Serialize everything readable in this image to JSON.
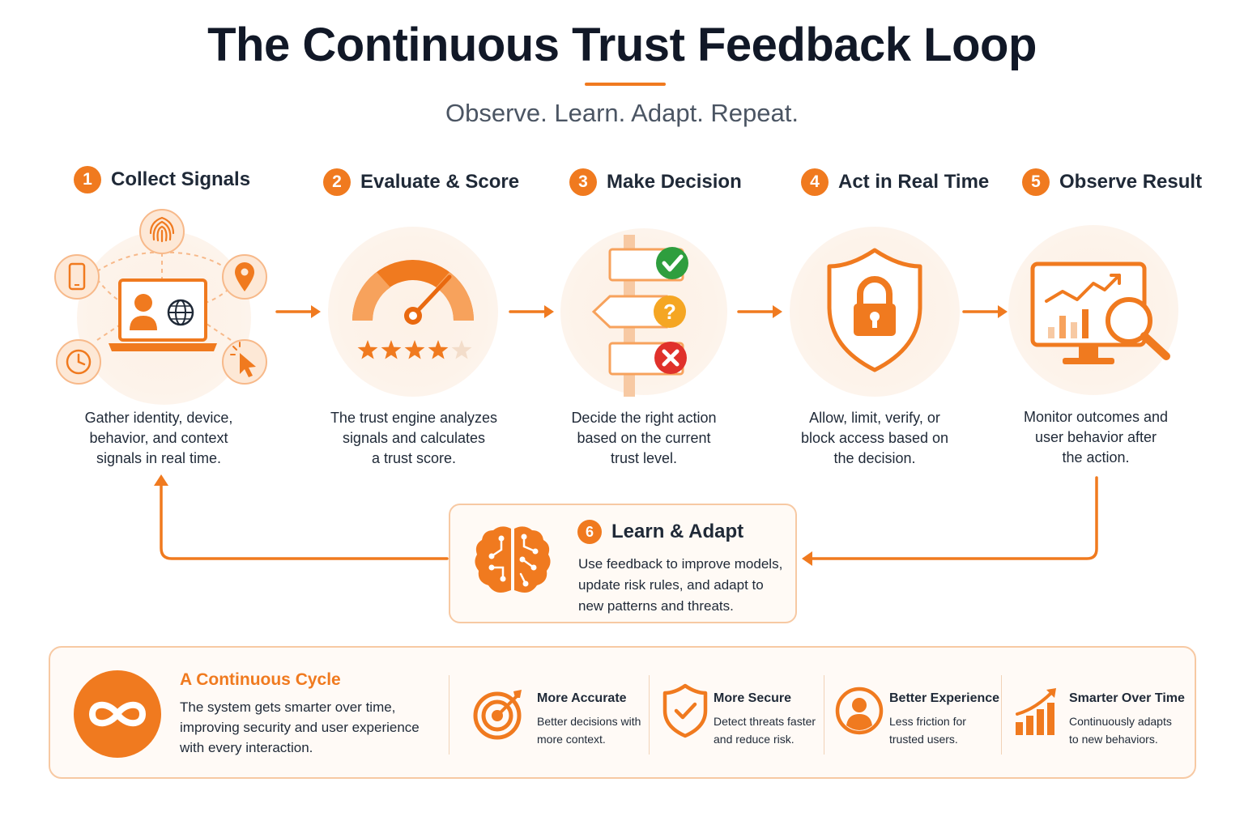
{
  "header": {
    "title": "The Continuous Trust Feedback Loop",
    "subtitle": "Observe. Learn. Adapt. Repeat."
  },
  "steps": [
    {
      "number": "1",
      "title": "Collect Signals",
      "icon": "laptop-signals-icon",
      "lines": [
        "Gather identity, device,",
        "behavior, and context",
        "signals in real time."
      ]
    },
    {
      "number": "2",
      "title": "Evaluate & Score",
      "icon": "gauge-icon",
      "lines": [
        "The trust engine analyzes",
        "signals and calculates",
        "a trust score."
      ],
      "stars_filled": 4,
      "stars_total": 5
    },
    {
      "number": "3",
      "title": "Make Decision",
      "icon": "signpost-icon",
      "lines": [
        "Decide the right action",
        "based on the current",
        "trust level."
      ]
    },
    {
      "number": "4",
      "title": "Act in Real Time",
      "icon": "shield-lock-icon",
      "lines": [
        "Allow, limit, verify, or",
        "block access based on",
        "the decision."
      ]
    },
    {
      "number": "5",
      "title": "Observe Result",
      "icon": "monitor-analytics-icon",
      "lines": [
        "Monitor outcomes and",
        "user behavior after",
        "the action."
      ]
    }
  ],
  "learn": {
    "number": "6",
    "title": "Learn & Adapt",
    "icon": "brain-icon",
    "lines": [
      "Use feedback to improve models,",
      "update risk rules, and adapt to",
      "new patterns and threats."
    ]
  },
  "cycle": {
    "title": "A Continuous Cycle",
    "icon": "infinity-icon",
    "lines": [
      "The system gets smarter over time,",
      "improving security and user experience",
      "with every interaction."
    ]
  },
  "benefits": [
    {
      "title": "More Accurate",
      "icon": "target-icon",
      "lines": [
        "Better decisions with",
        "more context."
      ]
    },
    {
      "title": "More Secure",
      "icon": "shield-check-icon",
      "lines": [
        "Detect threats faster",
        "and reduce risk."
      ]
    },
    {
      "title": "Better Experience",
      "icon": "user-icon",
      "lines": [
        "Less friction for",
        "trusted users."
      ]
    },
    {
      "title": "Smarter Over Time",
      "icon": "growth-chart-icon",
      "lines": [
        "Continuously adapts",
        "to new behaviors."
      ]
    }
  ],
  "colors": {
    "accent": "#f07a1f",
    "accent_light": "#f7a25c",
    "green": "#2e9e3e",
    "yellow": "#f5a623",
    "red": "#e0312b",
    "heading": "#111827",
    "subtle": "#4b5563"
  }
}
